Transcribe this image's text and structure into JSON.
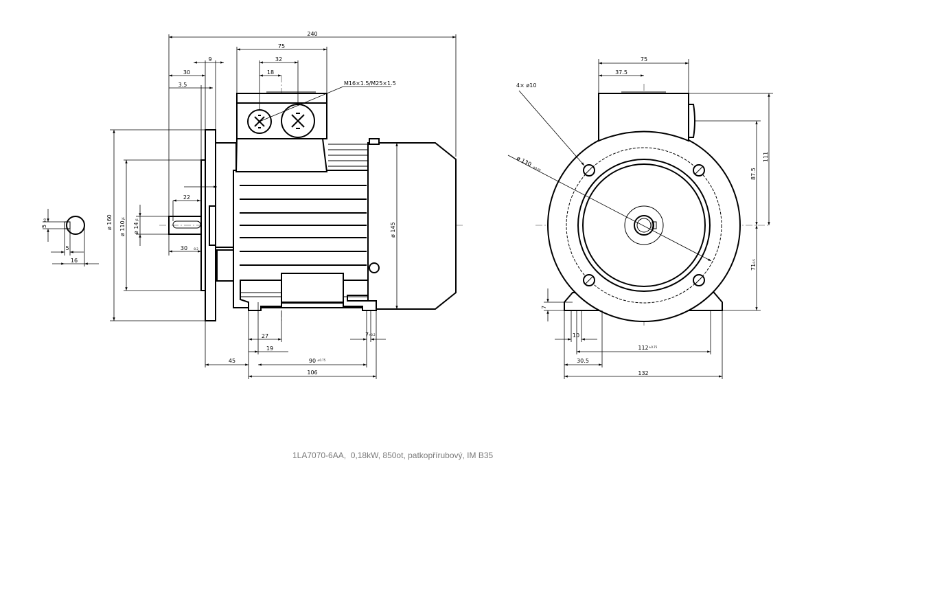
{
  "caption": "1LA7070-6AA,  0,18kW, 850ot, patkopřírubový, IM B35",
  "side_view": {
    "dims": {
      "overall_length": "240",
      "terminal_box_width": "75",
      "gland_spacing": "32",
      "gland_offset": "18",
      "gland_thread": "M16×1.5/M25×1.5",
      "flange_thickness": "9",
      "flange_offset": "30",
      "spigot_depth": "3.5",
      "flange_diameter": "ø 160",
      "spigot_diameter": "ø 110",
      "spigot_tol": "j6",
      "shaft_diameter": "ø 14",
      "shaft_tol": "j6",
      "key_length": "22",
      "shaft_length": "30",
      "shaft_length_tol": "-0.2",
      "body_diameter": "ø 145",
      "foot_offset": "27",
      "foot_hole_offset": "19",
      "foot_hole_dia": "7",
      "foot_hole_tol": "+0.2",
      "flange_to_foot": "45",
      "foot_hole_spacing": "90",
      "foot_hole_spacing_tol": "±0.75",
      "foot_length": "106"
    }
  },
  "shaft_end": {
    "dims": {
      "key_height": "5",
      "key_height_tol": "h9",
      "key_width": "5",
      "shaft_width": "16"
    }
  },
  "front_view": {
    "dims": {
      "box_width": "75",
      "box_half": "37.5",
      "holes": "4×  ø10",
      "pcd": "ø 130",
      "pcd_tol": "±0.05",
      "height_total": "111",
      "height_box": "87.5",
      "shaft_height": "71",
      "shaft_height_tol": "-0.5",
      "foot_thickness": "7",
      "foot_hole": "10",
      "foot_spacing": "112",
      "foot_spacing_tol": "±0.75",
      "foot_edge": "30.5",
      "foot_width": "132"
    }
  }
}
